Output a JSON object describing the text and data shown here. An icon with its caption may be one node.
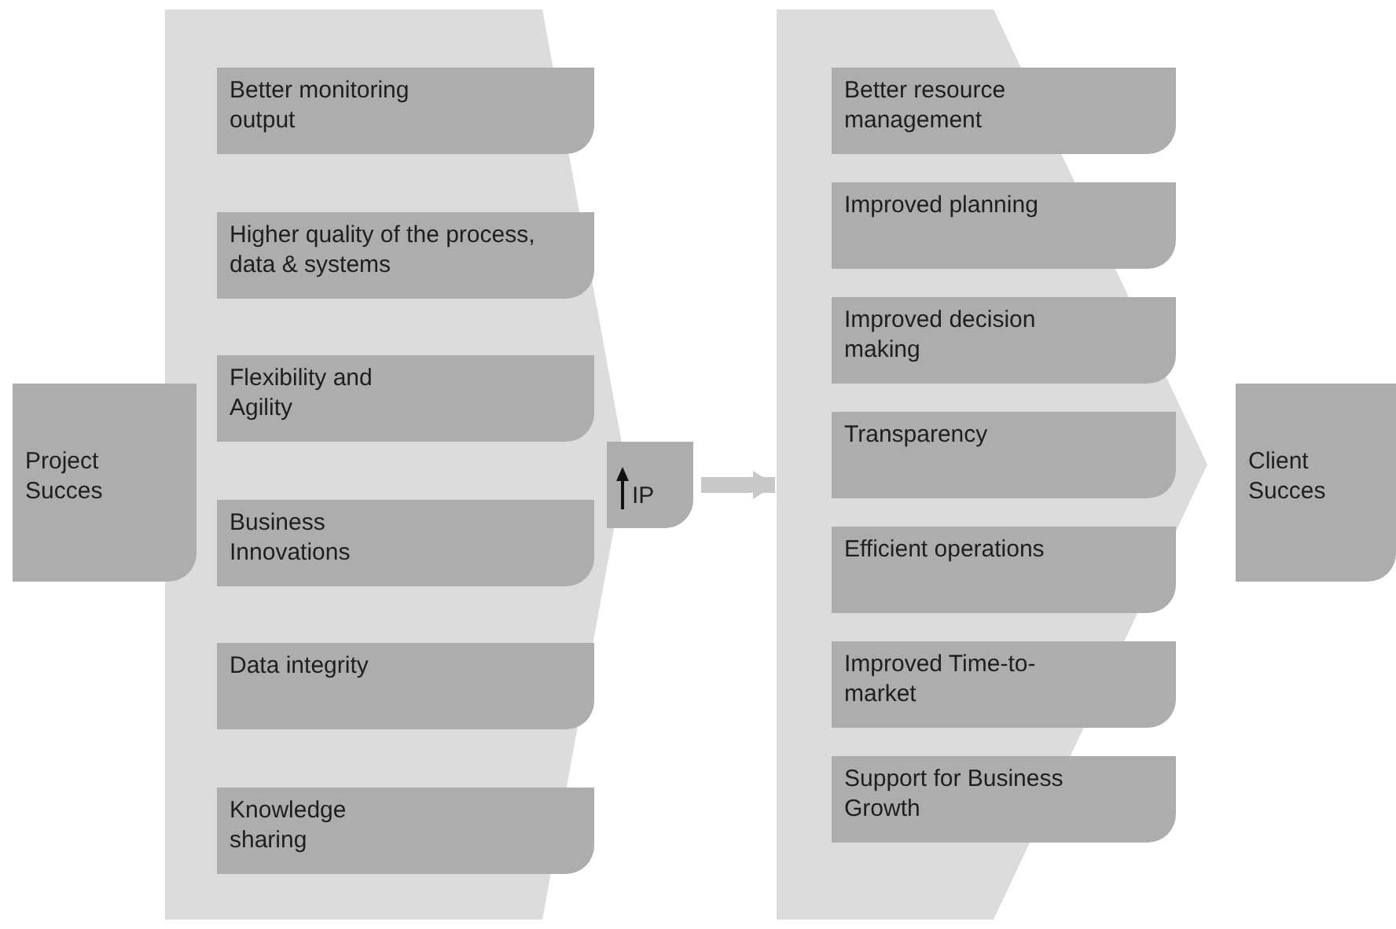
{
  "diagram": {
    "nodes": [
      {
        "text": [
          "Project Succes"
        ]
      },
      {
        "text": [],
        "shape": "chevron"
      },
      {
        "text": [
          "Better monitoring output"
        ],
        "in": 1
      },
      {
        "text": [
          "Higher quality of the process, data & systems"
        ],
        "in": 1
      },
      {
        "text": [
          "Flexibility and Agility"
        ],
        "in": 1
      },
      {
        "text": [
          "Business Innovations"
        ],
        "in": 1
      },
      {
        "text": [
          "Data integrity"
        ],
        "in": 1
      },
      {
        "text": [
          "Knowledge sharing"
        ],
        "in": 1
      },
      {
        "text": [
          "IP"
        ]
      },
      {
        "text": [],
        "shape": "chevron"
      },
      {
        "text": [
          "Better resource management"
        ],
        "in": 9
      },
      {
        "text": [
          "Improved planning"
        ],
        "in": 9
      },
      {
        "text": [
          "Improved decision making"
        ],
        "in": 9
      },
      {
        "text": [
          "Transparency"
        ],
        "in": 9
      },
      {
        "text": [
          "Efficient operations"
        ],
        "in": 9
      },
      {
        "text": [
          "Improved Time-to-market"
        ],
        "in": 9
      },
      {
        "text": [
          "Support for Business Growth"
        ],
        "in": 9
      },
      {
        "text": [
          "Client Succes"
        ]
      }
    ],
    "edges": [
      {
        "from": 8,
        "to": 9,
        "arrow": "to"
      }
    ]
  }
}
